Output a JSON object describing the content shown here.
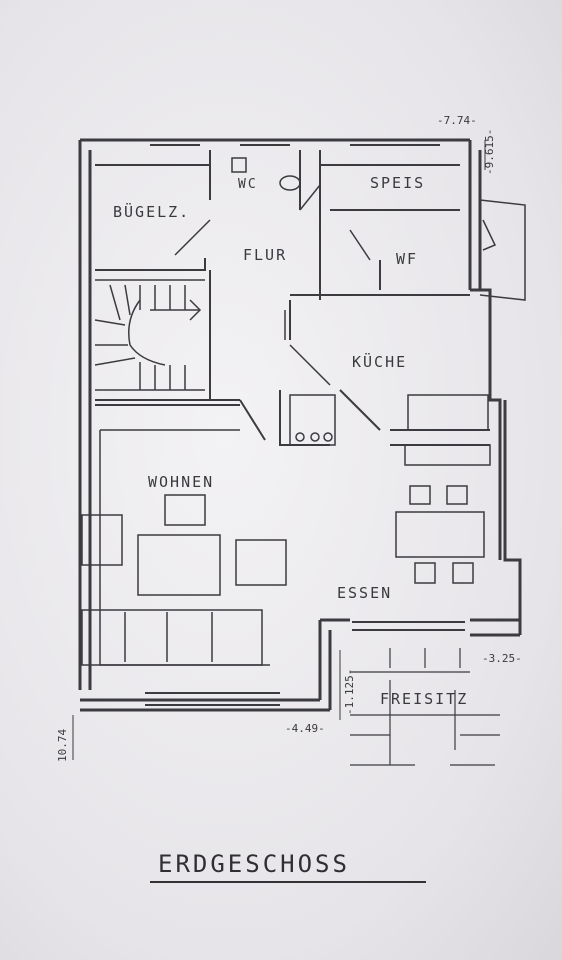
{
  "drawing": {
    "title": "ERDGESCHOSS",
    "rooms": {
      "buegelz": "BÜGELZ.",
      "wc": "WC",
      "speis": "SPEIS",
      "flur": "FLUR",
      "wf": "WF",
      "kueche": "KÜCHE",
      "wohnen": "WOHNEN",
      "essen": "ESSEN",
      "freisitz": "FREISITZ"
    },
    "dimensions": {
      "d_774": "-7.74-",
      "d_9615": "-9.615-",
      "d_325": "-3.25-",
      "d_1125": "-1.125-",
      "d_449": "-4.49-",
      "d_1074": "10.74"
    }
  }
}
